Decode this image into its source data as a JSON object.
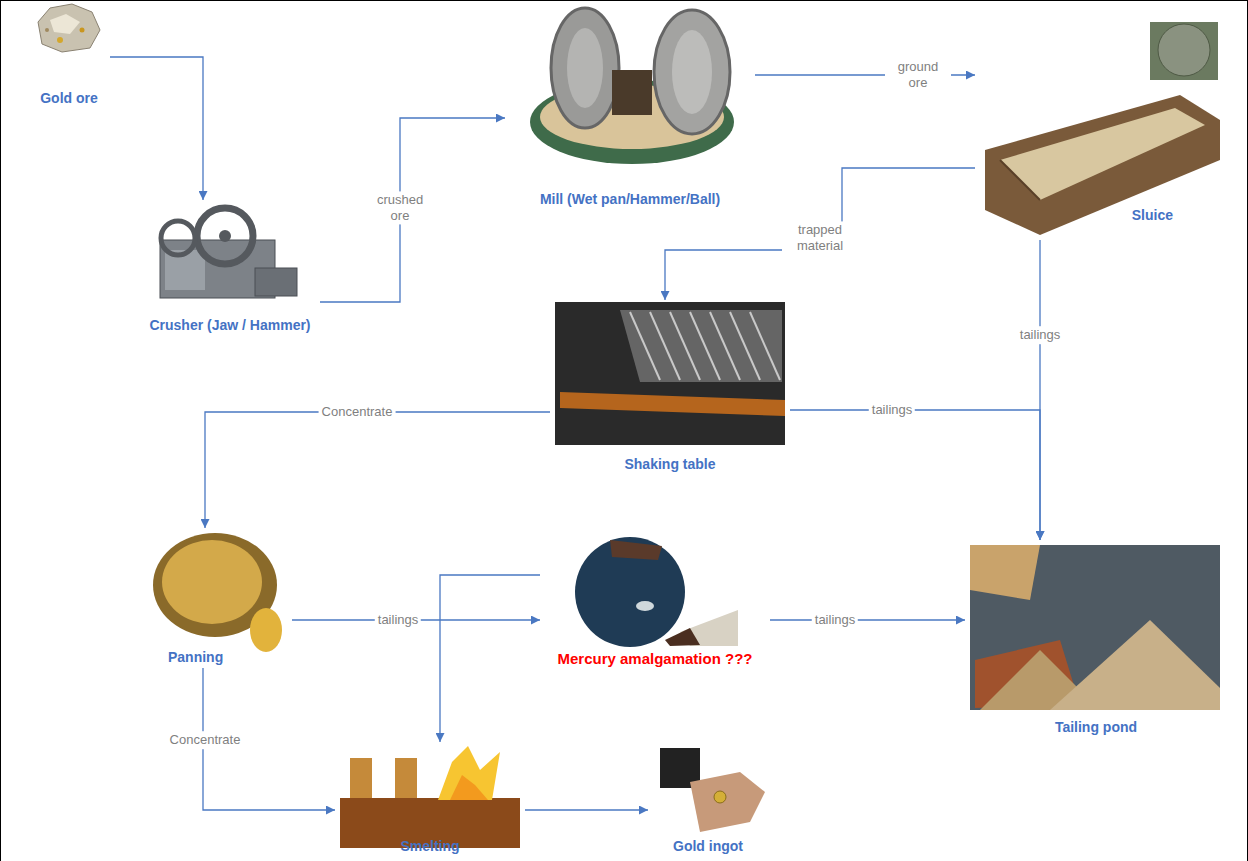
{
  "diagram": {
    "nodes": [
      {
        "text": [
          "Gold ore"
        ]
      },
      {
        "text": [
          "Mill (Wet pan/Hammer/Ball)"
        ]
      },
      {
        "text": [
          "Sluice"
        ]
      },
      {
        "text": [
          "Crusher (Jaw / Hammer)"
        ]
      },
      {
        "text": [
          "Shaking table"
        ]
      },
      {
        "text": [
          "Panning"
        ]
      },
      {
        "text": [
          "Mercury amalgamation ???"
        ]
      },
      {
        "text": [
          "Tailing pond"
        ]
      },
      {
        "text": [
          "Smelting"
        ]
      },
      {
        "text": [
          "Gold ingot"
        ]
      }
    ],
    "edges": [
      {
        "from": 0,
        "to": 3,
        "arrow": "to"
      },
      {
        "from": 3,
        "to": 1,
        "label": "crushed ore",
        "arrow": "to"
      },
      {
        "from": 1,
        "to": 2,
        "label": "ground ore",
        "arrow": "to"
      },
      {
        "from": 2,
        "to": 4,
        "label": "trapped material",
        "arrow": "to"
      },
      {
        "from": 2,
        "to": 7,
        "label": "tailings",
        "arrow": "to"
      },
      {
        "from": 4,
        "to": 5,
        "label": "Concentrate",
        "arrow": "to"
      },
      {
        "from": 4,
        "to": 7,
        "label": "tailings",
        "arrow": "to"
      },
      {
        "from": 5,
        "to": 6,
        "label": "tailings",
        "arrow": "to"
      },
      {
        "from": 6,
        "to": 7,
        "label": "tailings",
        "arrow": "to"
      },
      {
        "from": 5,
        "to": 8,
        "label": "Concentrate",
        "arrow": "to"
      },
      {
        "from": 6,
        "to": 8,
        "arrow": "to"
      },
      {
        "from": 8,
        "to": 9,
        "arrow": "to"
      }
    ]
  }
}
